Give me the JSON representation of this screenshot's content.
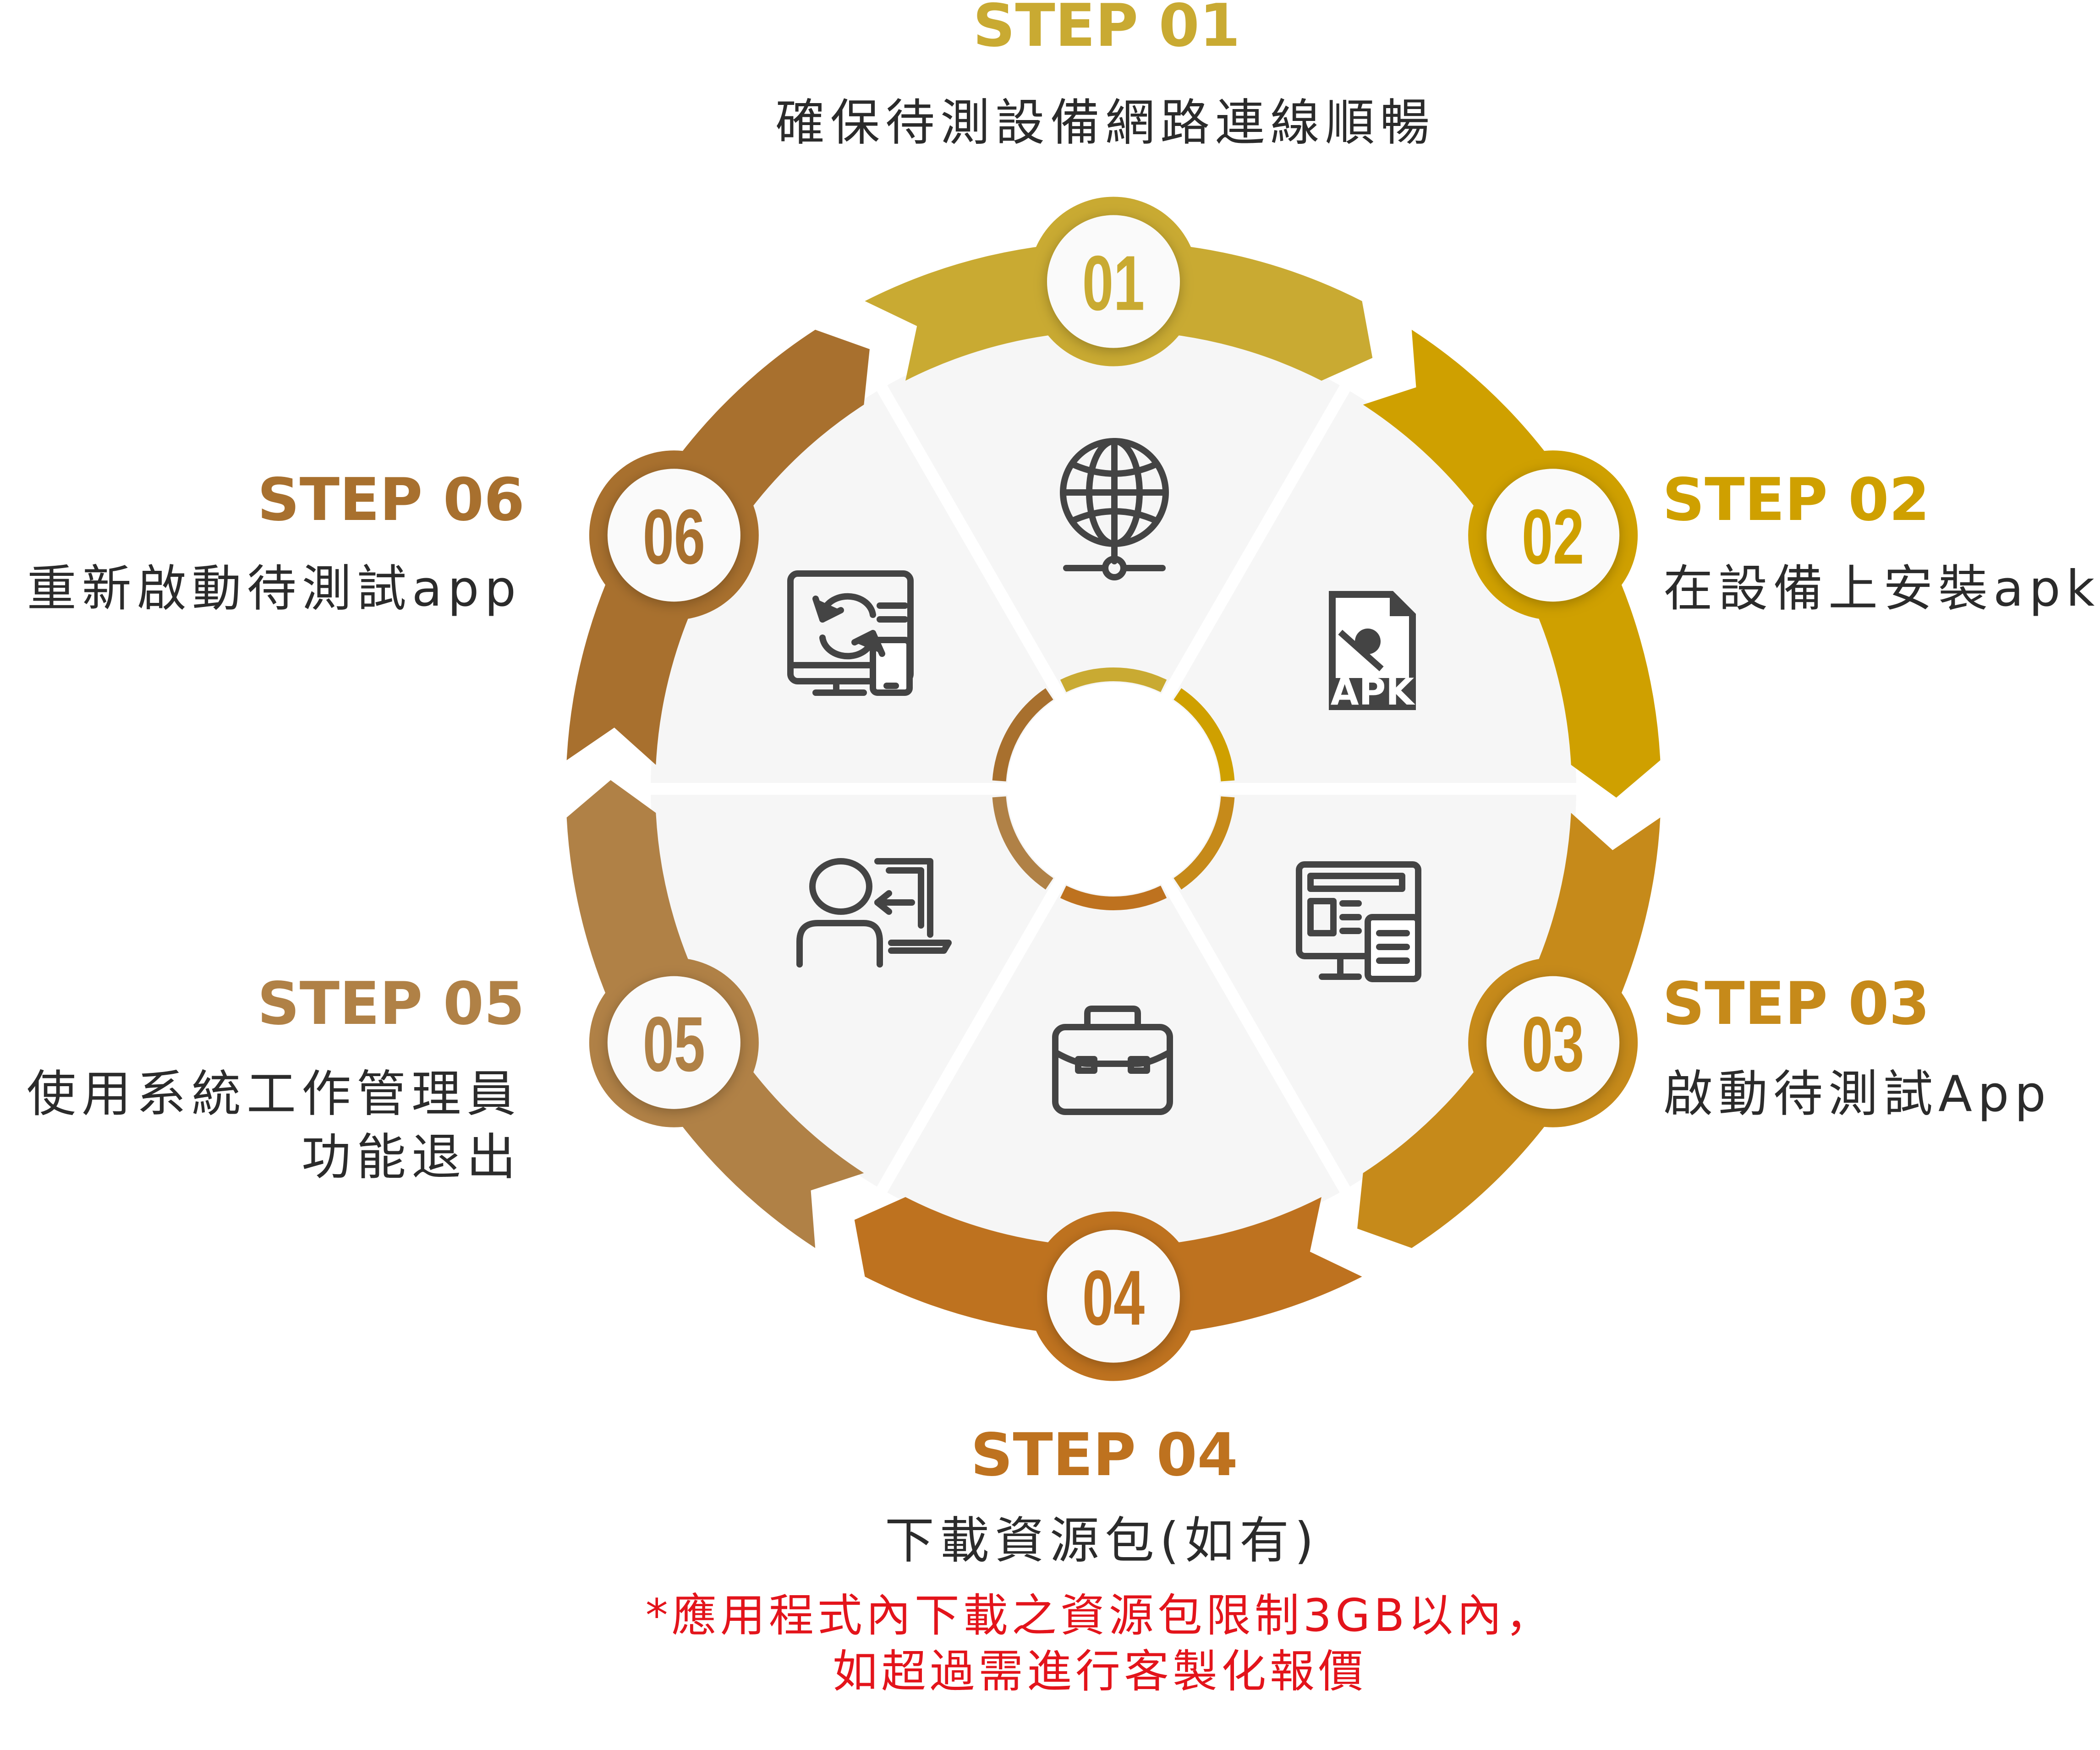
{
  "steps": [
    {
      "num": "01",
      "title": "STEP 01",
      "lines": [
        "確保待測設備網路連線順暢"
      ],
      "color": "#C9AA32",
      "icon": "globe-network-icon"
    },
    {
      "num": "02",
      "title": "STEP 02",
      "lines": [
        "在設備上安裝apk"
      ],
      "color": "#CFA000",
      "icon": "apk-file-icon",
      "icon_text": "APK"
    },
    {
      "num": "03",
      "title": "STEP 03",
      "lines": [
        "啟動待測試App"
      ],
      "color": "#C68A1A",
      "icon": "web-devices-icon"
    },
    {
      "num": "04",
      "title": "STEP 04",
      "lines": [
        "下載資源包(如有)"
      ],
      "color": "#BE721F",
      "icon": "briefcase-icon",
      "note": [
        "*應用程式內下載之資源包限制3GB以內，",
        "如超過需進行客製化報價"
      ]
    },
    {
      "num": "05",
      "title": "STEP 05",
      "lines": [
        "使用系統工作管理員",
        "功能退出"
      ],
      "color": "#B08146",
      "icon": "user-logout-icon"
    },
    {
      "num": "06",
      "title": "STEP 06",
      "lines": [
        "重新啟動待測試app"
      ],
      "color": "#A8702E",
      "icon": "device-sync-icon"
    }
  ],
  "note_color": "#E3141B"
}
